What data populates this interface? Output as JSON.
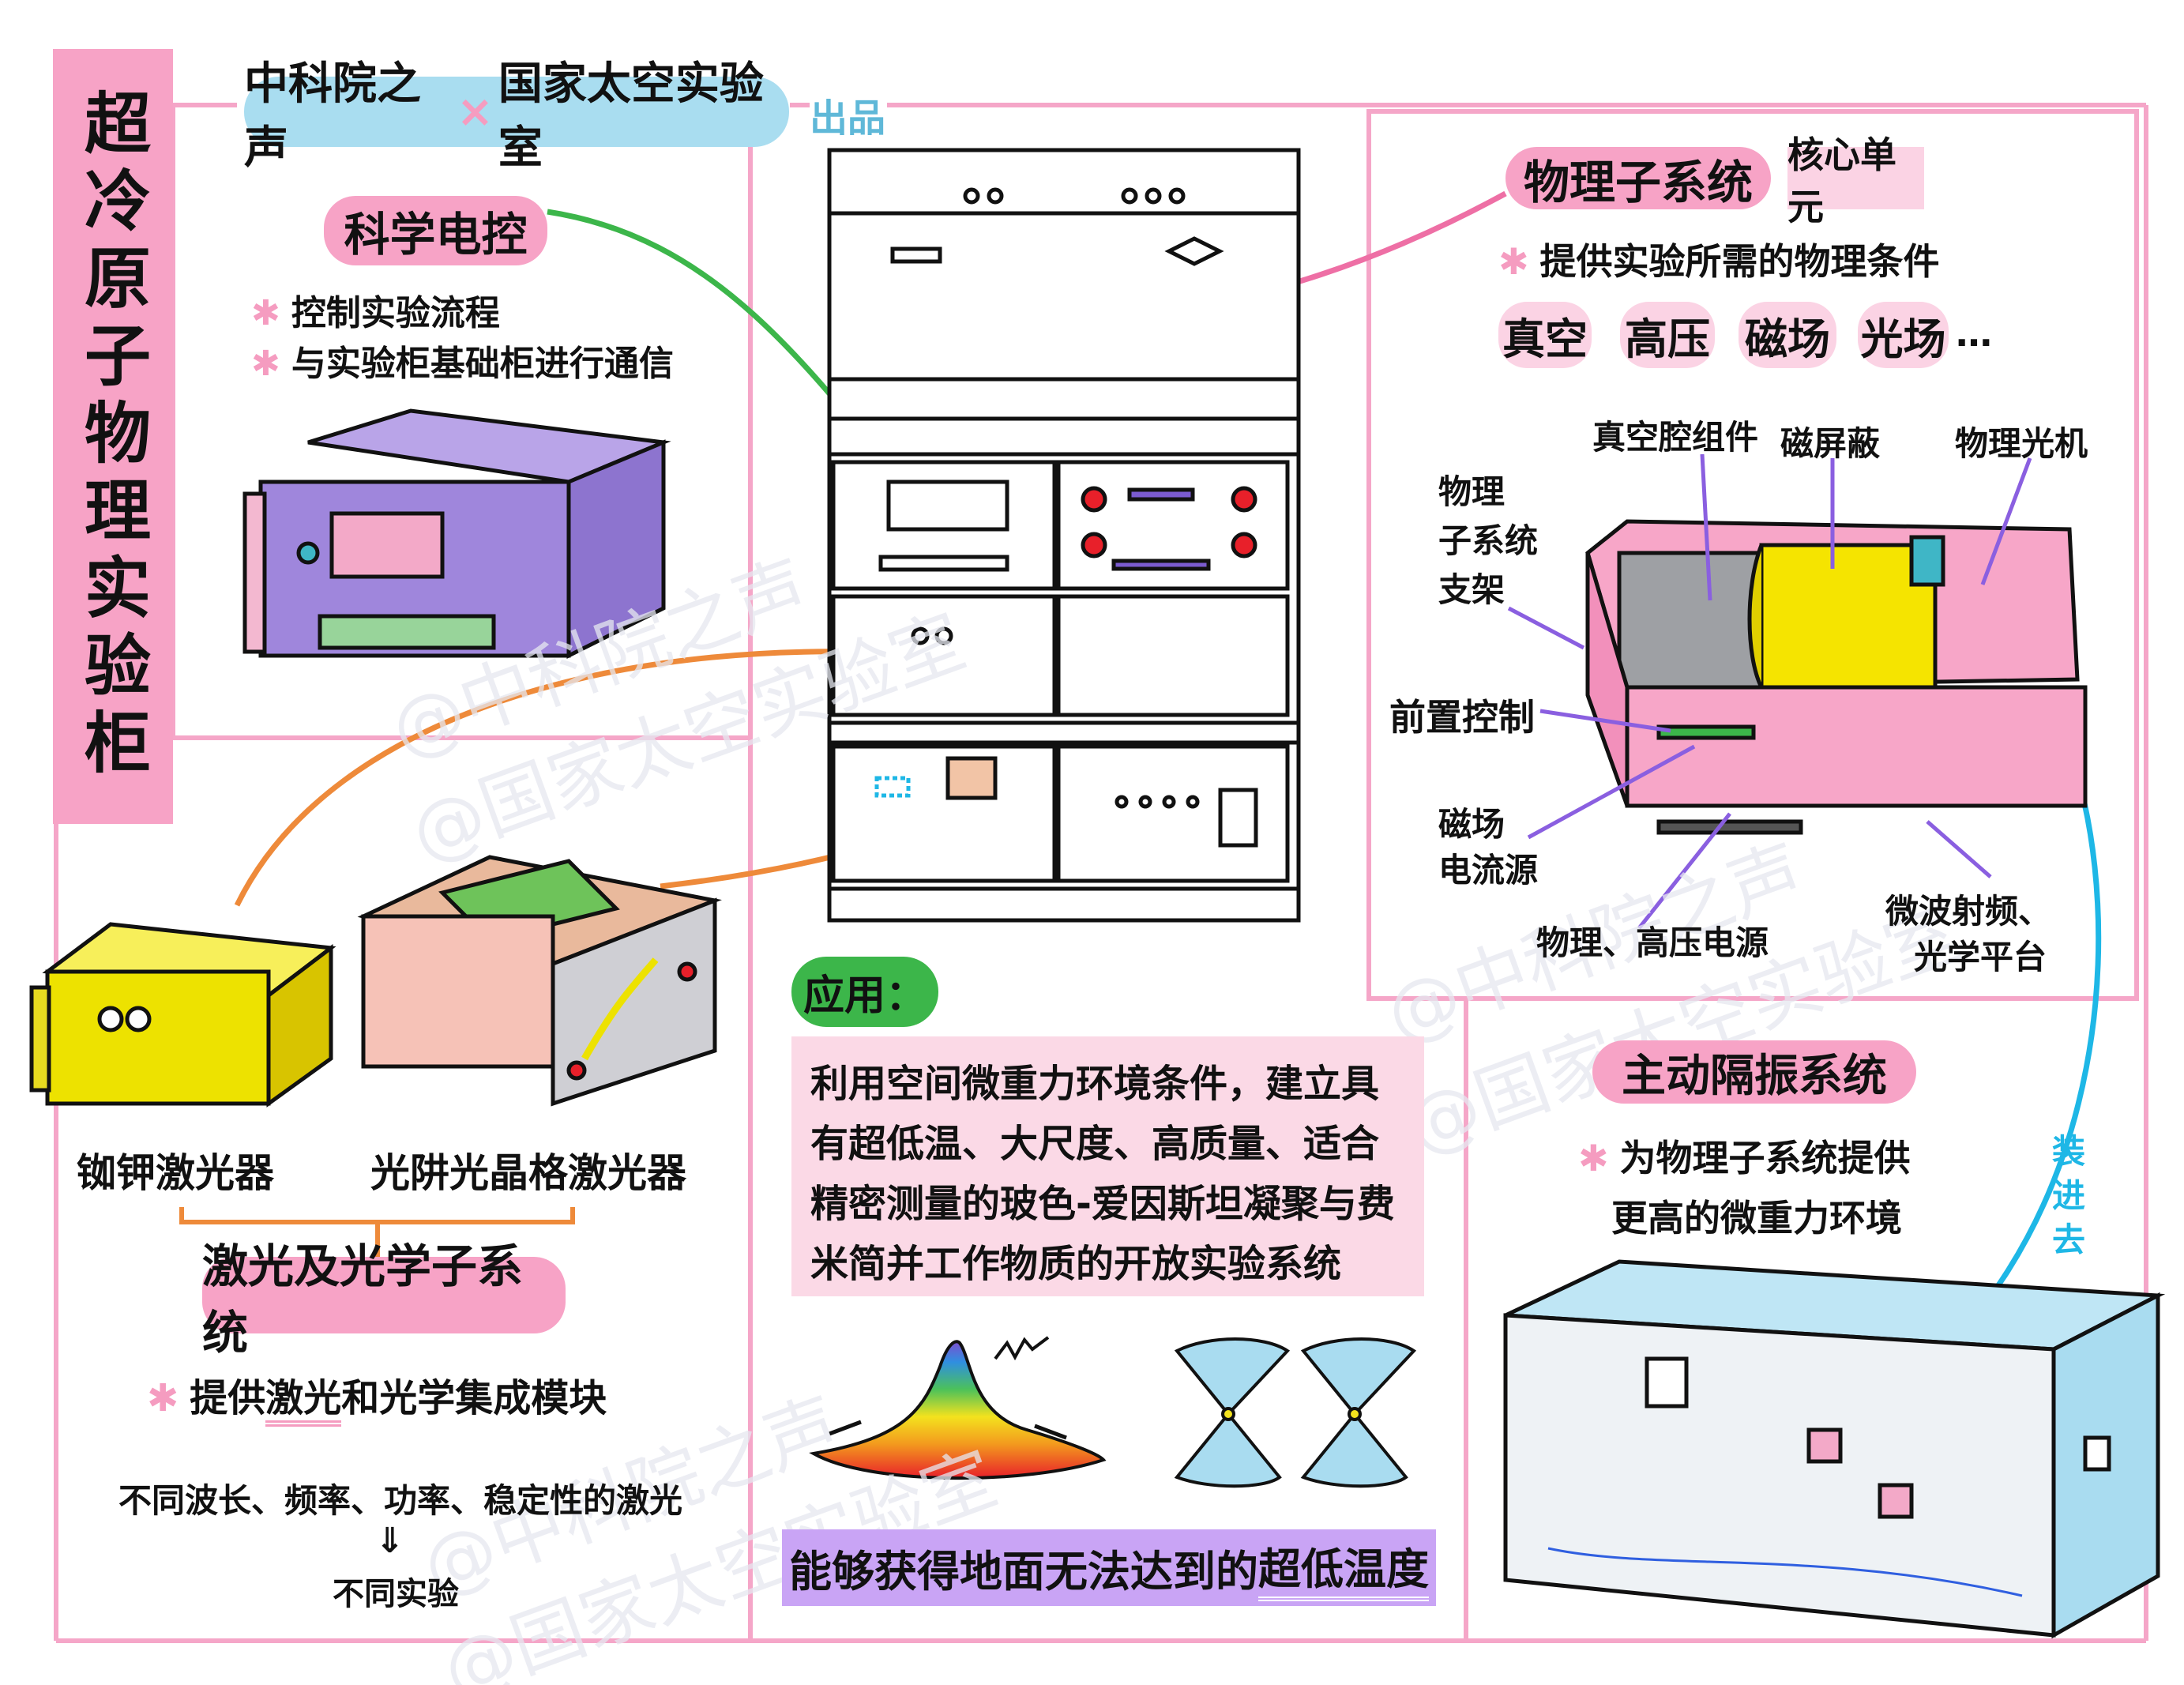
{
  "title": "超冷原子物理实验柜",
  "header": {
    "producer_a": "中科院之声",
    "cross": "×",
    "producer_b": "国家太空实验室",
    "suffix": "出品"
  },
  "watermarks": [
    "@中科院之声",
    "@国家太空实验室"
  ],
  "science_control": {
    "label": "科学电控",
    "bullets": [
      "控制实验流程",
      "与实验柜基础柜进行通信"
    ]
  },
  "laser_system": {
    "devices": [
      "铷钾激光器",
      "光阱光晶格激光器"
    ],
    "label": "激光及光学子系统",
    "bullet_pre": "提供",
    "bullet_highlight": "激光",
    "bullet_post": "和光学集成模块",
    "note": "不同波长、频率、功率、稳定性的激光",
    "arrow": "⇓",
    "result": "不同实验"
  },
  "application": {
    "label": "应用：",
    "text": "利用空间微重力环境条件，建立具有超低温、大尺度、高质量、适合精密测量的玻色-爱因斯坦凝聚与费米简并工作物质的开放实验系统",
    "result_pre": "能够获得地面无法达到的",
    "result_highlight": "超低温度"
  },
  "physics_subsystem": {
    "label": "物理子系统",
    "tag": "核心单元",
    "bullet": "提供实验所需的物理条件",
    "conditions": [
      "真空",
      "高压",
      "磁场",
      "光场"
    ],
    "ellipsis": "…",
    "parts": {
      "vacuum": "真空腔组件",
      "shield": "磁屏蔽",
      "optics": "物理光机",
      "frame": [
        "物理",
        "子系统",
        "支架"
      ],
      "front": "前置控制",
      "coil": [
        "磁场",
        "电流源"
      ],
      "hv": "物理、高压电源",
      "mw": [
        "微波射频、",
        "光学平台"
      ]
    }
  },
  "vibration": {
    "label": "主动隔振系统",
    "bullet_lines": [
      "为物理子系统提供",
      "更高的微重力环境"
    ],
    "install": [
      "装",
      "进",
      "去"
    ]
  },
  "colors": {
    "pink": "#f7a3c6",
    "pink_light": "#fbd3e4",
    "frame": "#f5a6c8",
    "green": "#3cb64a",
    "orange": "#ee8a3a",
    "blue": "#1eb7e6",
    "purple": "#8a5fe0",
    "lavender": "#c9a4f5",
    "header_blue": "#a9ddf0"
  }
}
